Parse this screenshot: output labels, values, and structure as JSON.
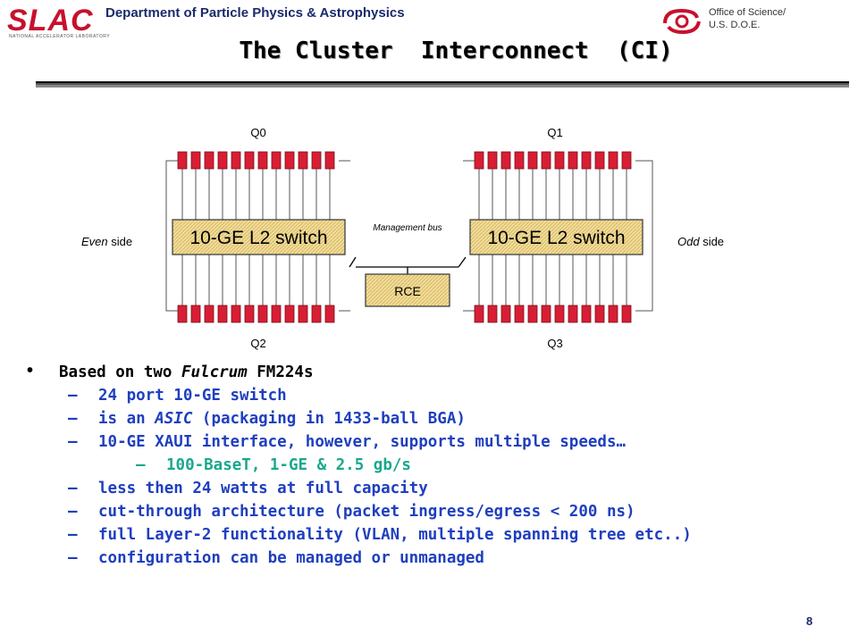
{
  "header": {
    "logo": "SLAC",
    "logo_sub": "NATIONAL ACCELERATOR LABORATORY",
    "department": "Department of Particle Physics & Astrophysics",
    "office_line1": "Office of Science/",
    "office_line2": "U.S. D.O.E."
  },
  "title": "The Cluster  Interconnect  (CI)",
  "diagram": {
    "q0": "Q0",
    "q1": "Q1",
    "q2": "Q2",
    "q3": "Q3",
    "switch_left": "10-GE L2 switch",
    "switch_right": "10-GE L2 switch",
    "management_bus": "Management bus",
    "rce": "RCE",
    "even_side_em": "Even",
    "even_side_rest": " side",
    "odd_side_em": "Odd",
    "odd_side_rest": " side",
    "ports_per_group": 12,
    "colors": {
      "port_red": "#d71e34",
      "switch_fill": "#f2dc96",
      "border": "#333333"
    }
  },
  "bullets": {
    "main_prefix": "Based on two ",
    "main_em": "Fulcrum",
    "main_suffix": " FM224s",
    "dash": "–",
    "item1": "24 port 10-GE switch",
    "item2_prefix": "is an ",
    "item2_em": "ASIC",
    "item2_suffix": " (packaging in 1433-ball BGA)",
    "item3": "10-GE XAUI interface, however, supports multiple speeds…",
    "item3_sub": "100-BaseT, 1-GE & 2.5 gb/s",
    "item4": "less then 24 watts at full capacity",
    "item5": "cut-through architecture (packet ingress/egress < 200 ns)",
    "item6": "full Layer-2 functionality (VLAN, multiple spanning tree etc..)",
    "item7": "configuration can be managed or unmanaged"
  },
  "page_number": "8"
}
